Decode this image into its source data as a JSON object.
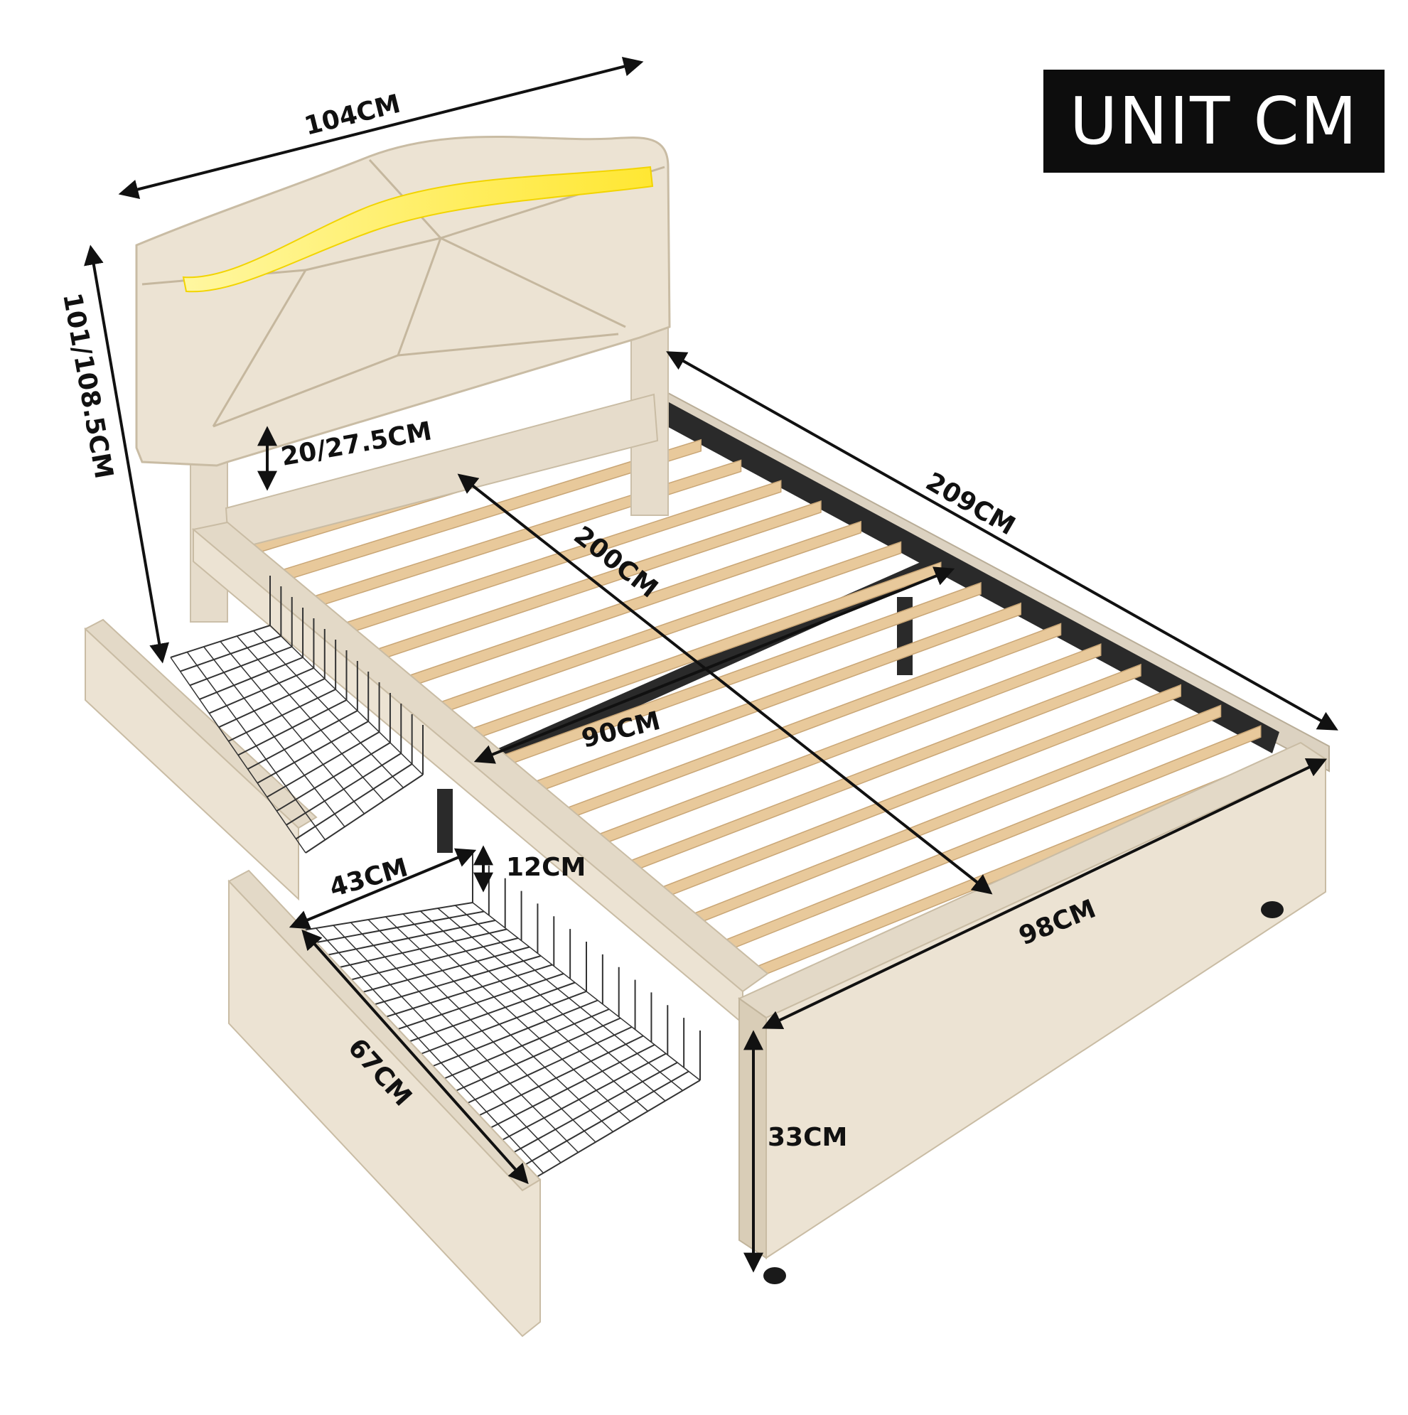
{
  "unit_label": "UNIT CM",
  "dimensions": {
    "headboard_width": "104CM",
    "total_height": "101/108.5CM",
    "headboard_gap": "20/27.5CM",
    "overall_length": "209CM",
    "mattress_length": "200CM",
    "mattress_width": "90CM",
    "bed_width": "98CM",
    "bed_height": "33CM",
    "drawer_width": "43CM",
    "drawer_height": "12CM",
    "drawer_depth": "67CM"
  },
  "colors": {
    "fabric": "#ece3d3",
    "fabric_shadow": "#d7cbb6",
    "slat": "#e8c99b",
    "frame": "#2b2b2b",
    "led": "#fff15c",
    "wire": "#333333",
    "label_box": "#0d0d0d"
  }
}
